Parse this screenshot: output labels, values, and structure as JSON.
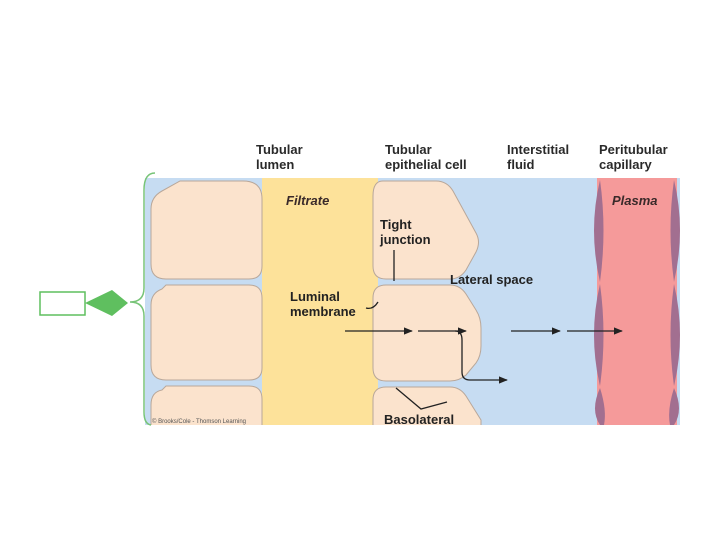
{
  "headers": {
    "lumen": "Tubular\nlumen",
    "epithelial": "Tubular\nepithelial  cell",
    "interstitial": "Interstitial\nfluid",
    "capillary": "Peritubular\ncapillary"
  },
  "regions": {
    "filtrate": "Filtrate",
    "plasma": "Plasma"
  },
  "labels": {
    "tight_junction": "Tight\njunction",
    "lateral_space": "Lateral space",
    "luminal_membrane": "Luminal\nmembrane",
    "basolateral": "Basolateral"
  },
  "credit": "© Brooks/Cole - Thomson Learning",
  "callout_box_text": "",
  "colors": {
    "cell": "#fbe3cd",
    "filtrate": "#fde29a",
    "interstitial": "#c6dcf2",
    "plasma": "#f59a9a",
    "capillary_wall": "#a26f90",
    "bracket": "#78c478",
    "arrow_head": "#5fbf5f"
  }
}
